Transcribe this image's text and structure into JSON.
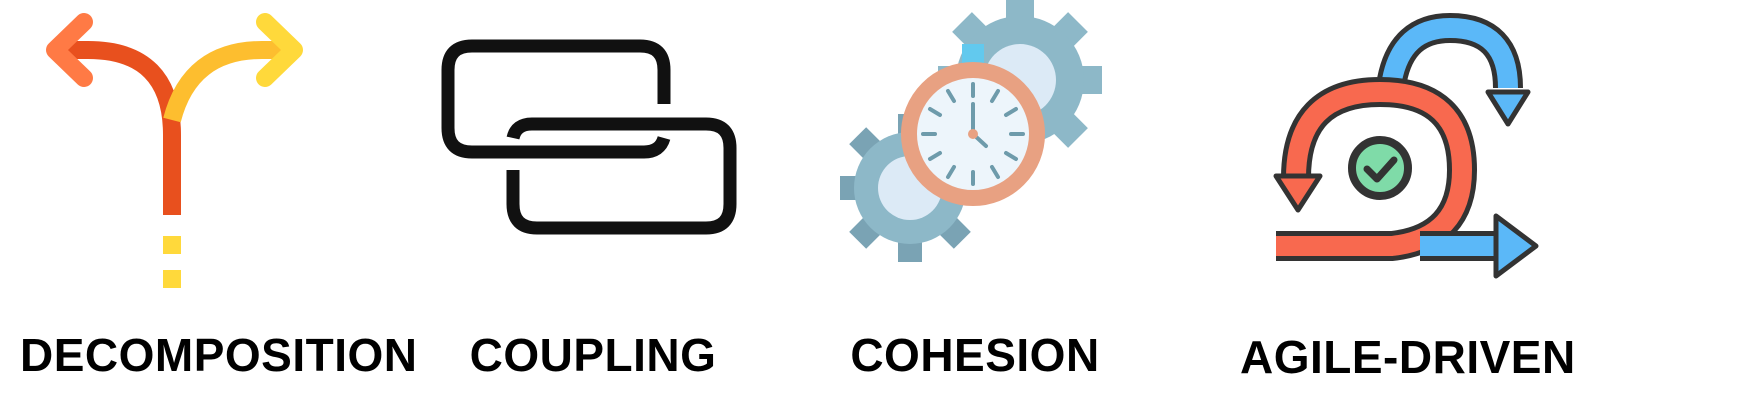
{
  "concepts": [
    {
      "label": "DECOMPOSITION",
      "icon": "split-arrows-icon"
    },
    {
      "label": "COUPLING",
      "icon": "chain-link-icon"
    },
    {
      "label": "COHESION",
      "icon": "gears-stopwatch-icon"
    },
    {
      "label": "AGILE-DRIVEN",
      "icon": "agile-cycle-icon"
    }
  ],
  "colors": {
    "orange_red": "#E8501E",
    "orange": "#FF7A45",
    "yellow_orange": "#FDBE2F",
    "yellow": "#FFD93B",
    "black": "#111111",
    "gear_blue": "#8DB8C8",
    "gear_dark": "#7AA3B4",
    "gear_light": "#DCEAF6",
    "stopwatch_ring": "#E8A182",
    "stopwatch_face": "#EDF5FB",
    "stopwatch_mark": "#6E9BAB",
    "stopwatch_button": "#62C9EE",
    "agile_red": "#F8694F",
    "agile_blue": "#5BB8F8",
    "agile_outline": "#333333",
    "agile_check": "#7FDBA8"
  }
}
